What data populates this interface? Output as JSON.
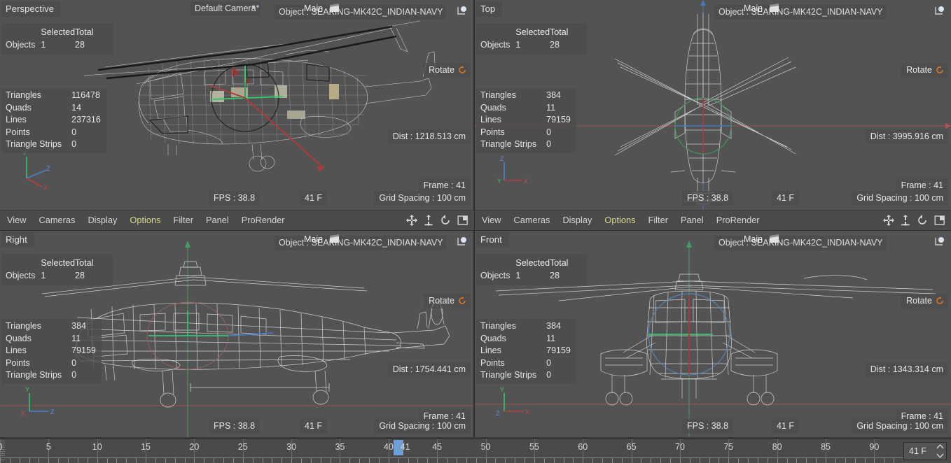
{
  "app": {
    "object_name": "Object : SEAKING-MK42C_INDIAN-NAVY",
    "main_label": "Main"
  },
  "viewports": [
    {
      "id": "perspective",
      "name": "Perspective",
      "camera": "Default Camera",
      "object": "Object : SEAKING-MK42C_INDIAN-NAVY",
      "selection": {
        "header_selected": "Selected",
        "header_total": "Total",
        "row_label": "Objects",
        "selected": "1",
        "total": "28"
      },
      "stats": [
        {
          "key": "Triangles",
          "value": "116478"
        },
        {
          "key": "Quads",
          "value": "14"
        },
        {
          "key": "Lines",
          "value": "237316"
        },
        {
          "key": "Points",
          "value": "0"
        },
        {
          "key": "Triangle Strips",
          "value": "0"
        }
      ],
      "rotate_label": "Rotate",
      "dist": "Dist : 1218.513 cm",
      "frame": "Frame : 41",
      "fps": "FPS : 38.8",
      "frame_f": "41 F",
      "grid": "Grid Spacing : 100 cm"
    },
    {
      "id": "top",
      "name": "Top",
      "camera": "",
      "object": "Object : SEAKING-MK42C_INDIAN-NAVY",
      "selection": {
        "header_selected": "Selected",
        "header_total": "Total",
        "row_label": "Objects",
        "selected": "1",
        "total": "28"
      },
      "stats": [
        {
          "key": "Triangles",
          "value": "384"
        },
        {
          "key": "Quads",
          "value": "11"
        },
        {
          "key": "Lines",
          "value": "79159"
        },
        {
          "key": "Points",
          "value": "0"
        },
        {
          "key": "Triangle Strips",
          "value": "0"
        }
      ],
      "rotate_label": "Rotate",
      "dist": "Dist : 3995.916 cm",
      "frame": "Frame : 41",
      "fps": "FPS : 38.8",
      "frame_f": "41 F",
      "grid": "Grid Spacing : 100 cm"
    },
    {
      "id": "right",
      "name": "Right",
      "camera": "",
      "object": "Object : SEAKING-MK42C_INDIAN-NAVY",
      "selection": {
        "header_selected": "Selected",
        "header_total": "Total",
        "row_label": "Objects",
        "selected": "1",
        "total": "28"
      },
      "stats": [
        {
          "key": "Triangles",
          "value": "384"
        },
        {
          "key": "Quads",
          "value": "11"
        },
        {
          "key": "Lines",
          "value": "79159"
        },
        {
          "key": "Points",
          "value": "0"
        },
        {
          "key": "Triangle Strips",
          "value": "0"
        }
      ],
      "rotate_label": "Rotate",
      "dist": "Dist : 1754.441 cm",
      "frame": "Frame : 41",
      "fps": "FPS : 38.8",
      "frame_f": "41 F",
      "grid": "Grid Spacing : 100 cm"
    },
    {
      "id": "front",
      "name": "Front",
      "camera": "",
      "object": "Object : SEAKING-MK42C_INDIAN-NAVY",
      "selection": {
        "header_selected": "Selected",
        "header_total": "Total",
        "row_label": "Objects",
        "selected": "1",
        "total": "28"
      },
      "stats": [
        {
          "key": "Triangles",
          "value": "384"
        },
        {
          "key": "Quads",
          "value": "11"
        },
        {
          "key": "Lines",
          "value": "79159"
        },
        {
          "key": "Points",
          "value": "0"
        },
        {
          "key": "Triangle Strips",
          "value": "0"
        }
      ],
      "rotate_label": "Rotate",
      "dist": "Dist : 1343.314 cm",
      "frame": "Frame : 41",
      "fps": "FPS : 38.8",
      "frame_f": "41 F",
      "grid": "Grid Spacing : 100 cm"
    }
  ],
  "menu": {
    "items": [
      {
        "label": "View",
        "active": false
      },
      {
        "label": "Cameras",
        "active": false
      },
      {
        "label": "Display",
        "active": false
      },
      {
        "label": "Options",
        "active": true
      },
      {
        "label": "Filter",
        "active": false
      },
      {
        "label": "Panel",
        "active": false
      },
      {
        "label": "ProRender",
        "active": false
      }
    ],
    "icons": [
      "move-icon",
      "scale-icon",
      "rotate-icon",
      "layout-icon"
    ]
  },
  "timeline": {
    "ticks": [
      "0",
      "5",
      "10",
      "15",
      "20",
      "25",
      "30",
      "35",
      "40",
      "45",
      "50",
      "55",
      "60",
      "65",
      "70",
      "75",
      "80",
      "85",
      "90"
    ],
    "current_frame": "41",
    "playhead_label": "41",
    "field_value": "41 F",
    "range_start": 0,
    "range_end": 93
  },
  "axis": {
    "x": "X",
    "y": "Y",
    "z": "Z"
  },
  "colors": {
    "viewport_bg": "#535353",
    "panel_bg": "#4a4a4a",
    "chip_bg": "#4c4c4c",
    "accent_menu": "#d9d98a",
    "rotate_icon": "#d4762a",
    "playhead": "#6e9fd6",
    "axis_x": "#c0392b",
    "axis_y": "#2ecc71",
    "axis_z": "#3a78c8",
    "wire": "#cfcfcf"
  }
}
